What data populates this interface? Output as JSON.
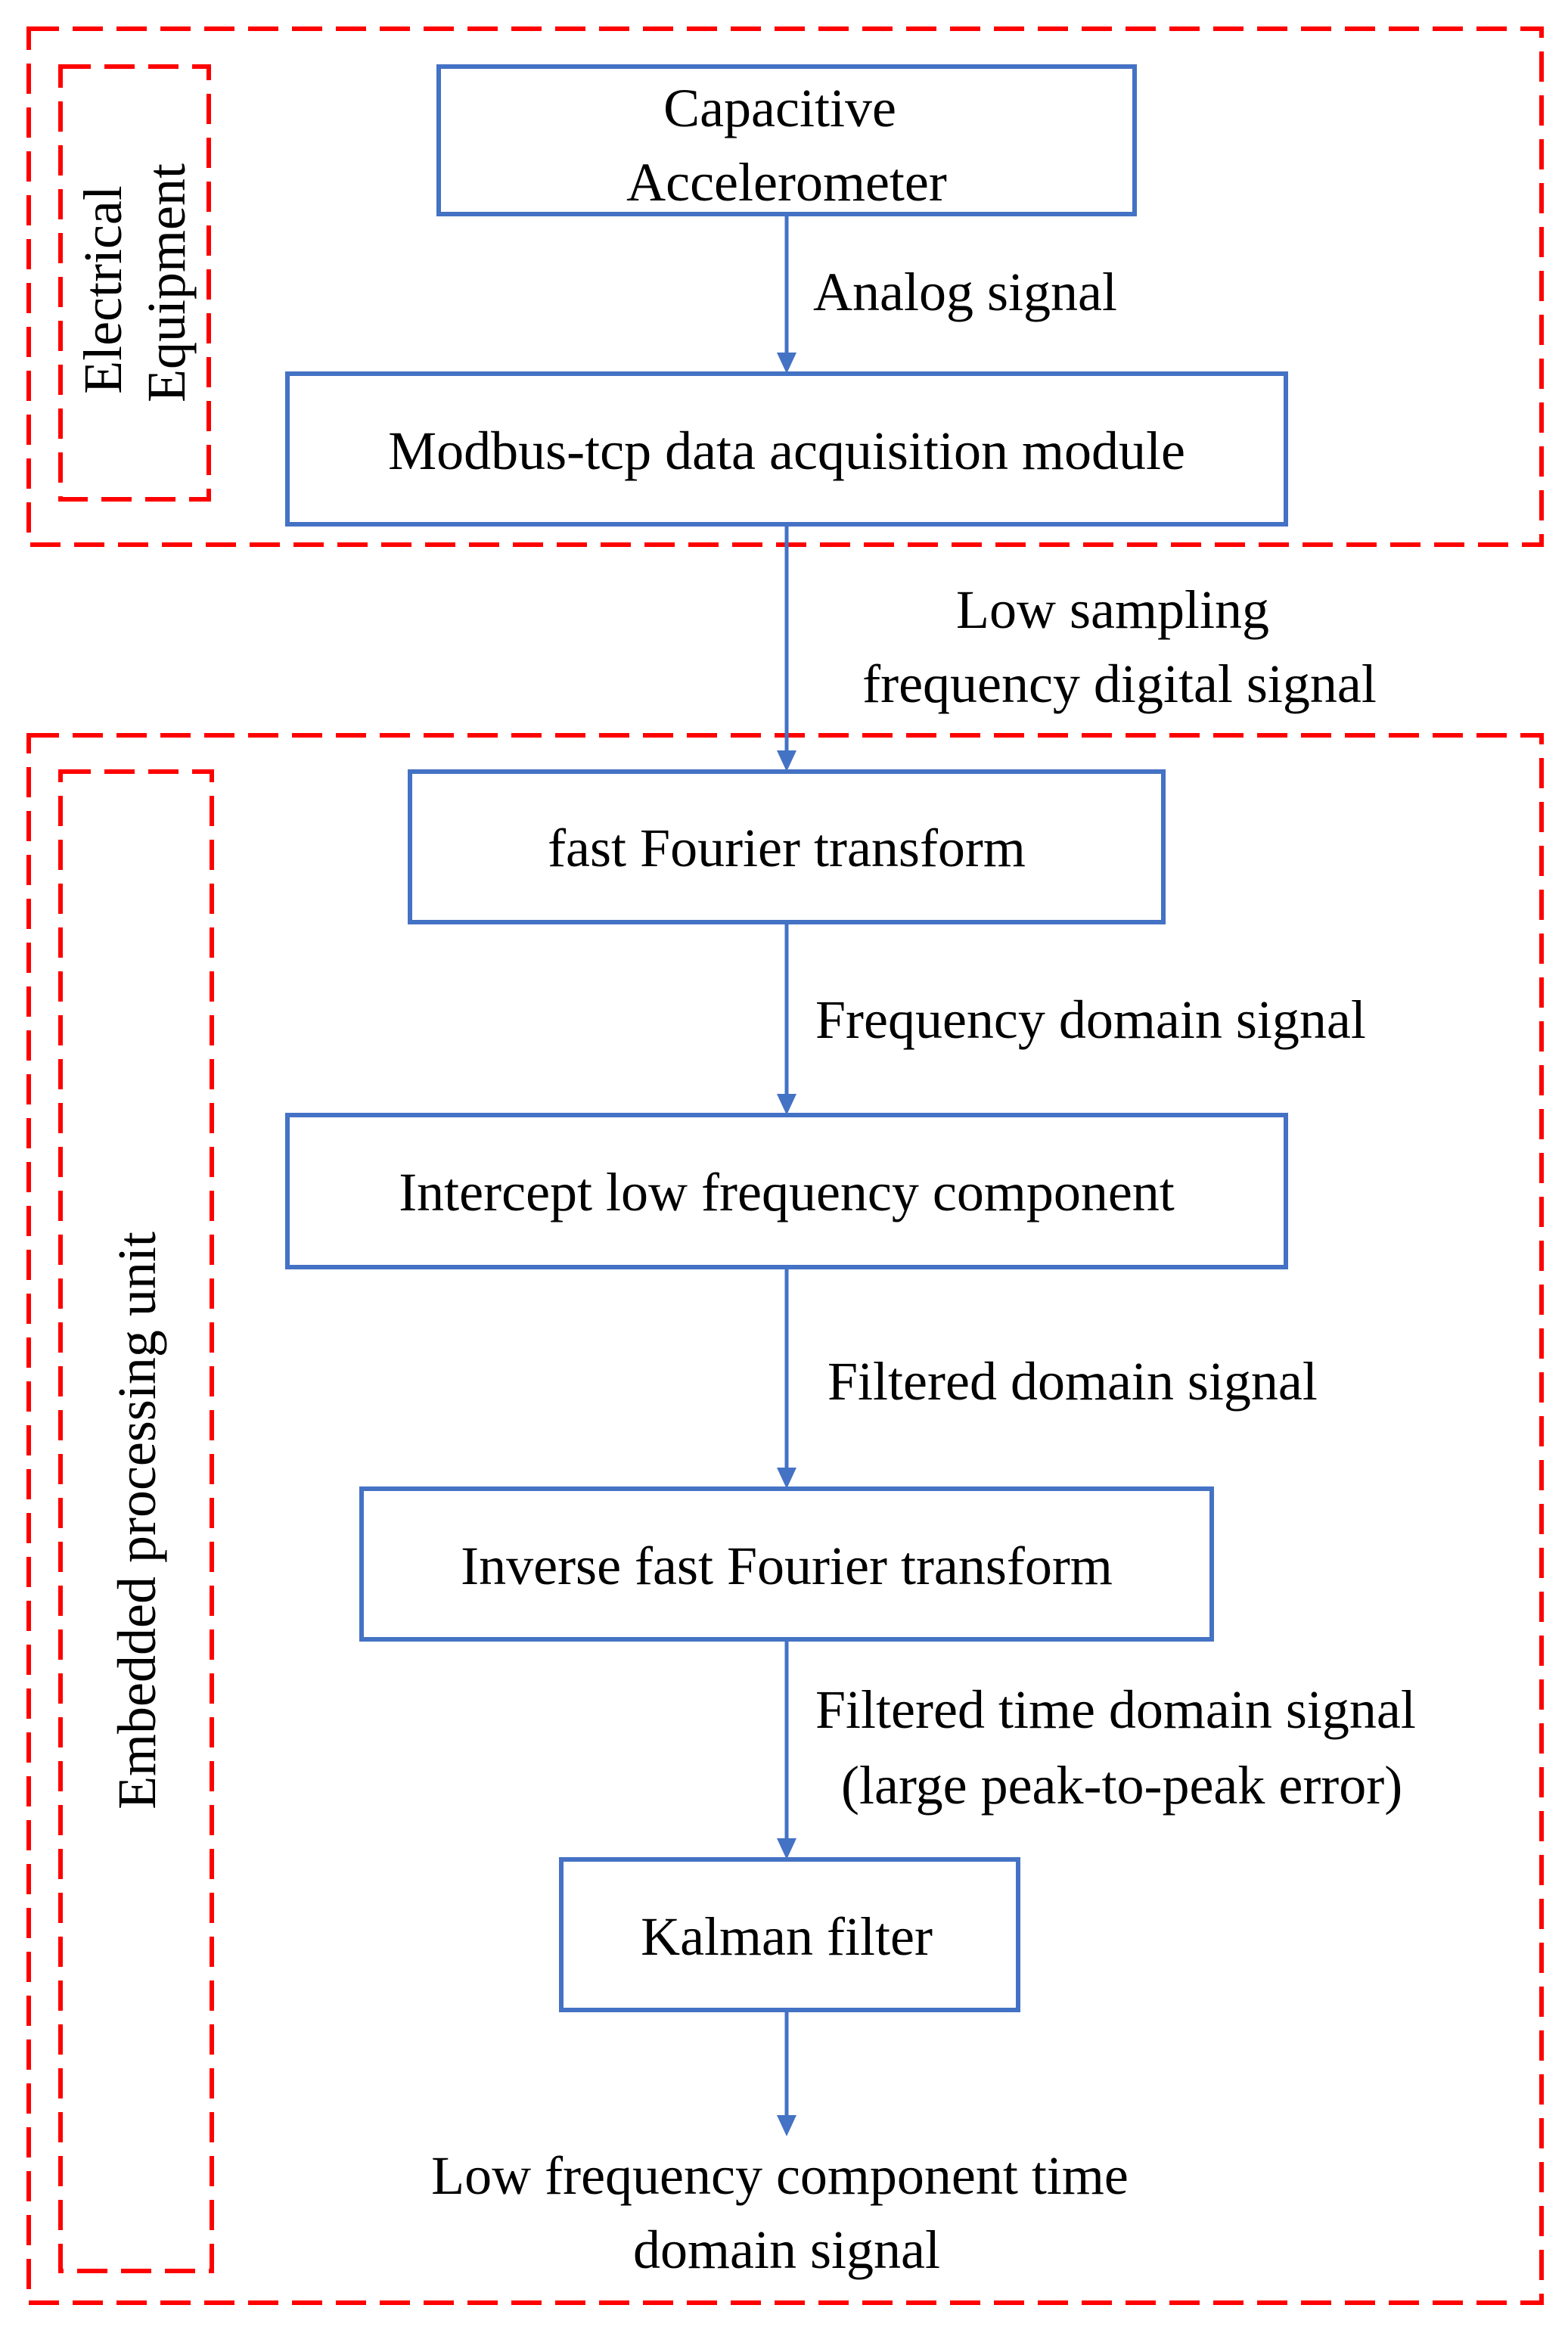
{
  "regions": {
    "electrical": {
      "label_lines": [
        "Electrical",
        "Equipment"
      ]
    },
    "embedded": {
      "label": "Embedded processing unit"
    }
  },
  "boxes": {
    "accelerometer": {
      "lines": [
        "Capacitive",
        "Accelerometer"
      ]
    },
    "modbus": {
      "label": "Modbus-tcp data acquisition module"
    },
    "fft": {
      "label": "fast Fourier transform"
    },
    "intercept": {
      "label": "Intercept low frequency component"
    },
    "ifft": {
      "label": "Inverse fast Fourier transform"
    },
    "kalman": {
      "label": "Kalman filter"
    }
  },
  "edges": {
    "analog": {
      "label": "Analog signal"
    },
    "low_sampling": {
      "lines": [
        "Low sampling",
        "frequency digital signal"
      ]
    },
    "frequency_domain": {
      "label": "Frequency domain signal"
    },
    "filtered_domain": {
      "label": "Filtered domain signal"
    },
    "filtered_time": {
      "lines": [
        "Filtered time domain signal",
        "(large peak-to-peak error)"
      ]
    }
  },
  "output": {
    "lines": [
      "Low frequency component time",
      "domain signal"
    ]
  },
  "colors": {
    "region_border": "#ff0000",
    "box_border": "#4472c4",
    "arrow": "#4472c4",
    "text": "#000000",
    "background": "#ffffff"
  }
}
